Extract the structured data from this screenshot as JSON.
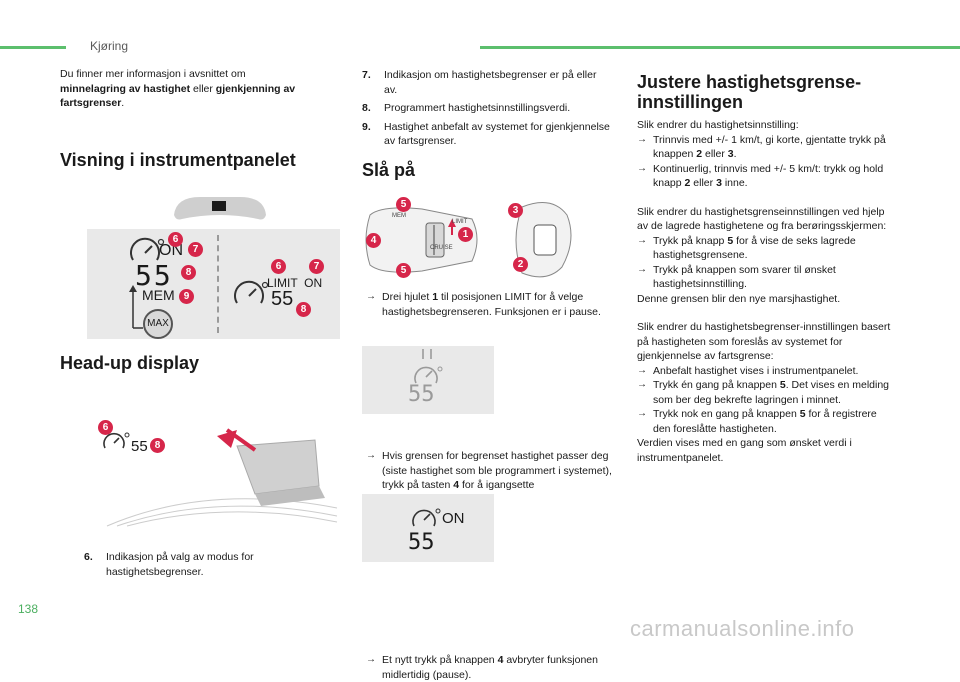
{
  "header": {
    "section": "Kjøring"
  },
  "intro": {
    "before": "Du finner mer informasjon i avsnittet om ",
    "bold1": "minnelagring av hastighet",
    "mid": " eller ",
    "bold2": "gjenkjenning av fartsgrenser",
    "after": "."
  },
  "headings": {
    "instrument": "Visning i instrumentpanelet",
    "headup": "Head-up display",
    "sla_pa": "Slå på",
    "justere": "Justere hastighetsgrense-\ninnstillingen"
  },
  "instrument_panel": {
    "left_value": "55",
    "left_on": "ON",
    "mem": "MEM",
    "max": "MAX",
    "right_limit": "LIMIT  ON",
    "right_value": "55"
  },
  "headup_display": {
    "value": "55"
  },
  "badges": [
    "1",
    "2",
    "3",
    "4",
    "5",
    "6",
    "7",
    "8",
    "9"
  ],
  "list_left": [
    {
      "n": "6.",
      "text": "Indikasjon på valg av modus for hastighetsbegrenser."
    }
  ],
  "list_mid": [
    {
      "n": "7.",
      "text": "Indikasjon om hastighetsbegrenser er på eller av."
    },
    {
      "n": "8.",
      "text": "Programmert hastighetsinnstillingsverdi."
    },
    {
      "n": "9.",
      "text": "Hastighet anbefalt av systemet for gjenkjennelse av fartsgrenser."
    }
  ],
  "stalk_labels": {
    "mem": "MEM",
    "cruise": "CRUISE",
    "lim": "LIMIT"
  },
  "sla_pa_steps": {
    "step1_a": "Drei hjulet ",
    "step1_b": "1",
    "step1_c": " til posisjonen LIMIT for å velge hastighetsbegrenseren. Funksjonen er i pause.",
    "pause_value": "55",
    "step2_a": "Hvis grensen for begrenset hastighet passer deg (siste hastighet som ble programmert i systemet), trykk på tasten ",
    "step2_b": "4",
    "step2_c": " for å igangsette hastighetsbegrenseren.",
    "on_label": "ON",
    "on_value": "55",
    "step3_a": "Et nytt trykk på knappen ",
    "step3_b": "4",
    "step3_c": " avbryter funksjonen midlertidig (pause)."
  },
  "right_col": {
    "p1": "Slik endrer du hastighetsinnstilling:",
    "b1_a": "Trinnvis med +/- 1 km/t, gi korte, gjentatte trykk på knappen ",
    "b1_b": "2",
    "b1_c": " eller ",
    "b1_d": "3",
    "b1_e": ".",
    "b2_a": "Kontinuerlig, trinnvis med +/- 5 km/t: trykk og hold knapp ",
    "b2_b": "2",
    "b2_c": " eller ",
    "b2_d": "3",
    "b2_e": " inne.",
    "p2": "Slik endrer du hastighetsgrenseinnstillingen ved hjelp av de lagrede hastighetene og fra berøringsskjermen:",
    "b3_a": "Trykk på knapp ",
    "b3_b": "5",
    "b3_c": " for å vise de seks lagrede hastighetsgrensene.",
    "b4": "Trykk på knappen som svarer til ønsket hastighetsinnstilling.",
    "p3": "Denne grensen blir den nye marsjhastighet.",
    "p4": "Slik endrer du hastighetsbegrenser-innstillingen basert på hastigheten som foreslås av systemet for gjenkjennelse av fartsgrense:",
    "b5": "Anbefalt hastighet vises i instrumentpanelet.",
    "b6_a": "Trykk én gang på knappen ",
    "b6_b": "5",
    "b6_c": ". Det vises en melding som ber deg bekrefte lagringen i minnet.",
    "b7_a": "Trykk nok en gang på knappen ",
    "b7_b": "5",
    "b7_c": " for å registrere den foreslåtte hastigheten.",
    "p5": "Verdien vises med en gang som ønsket verdi i instrumentpanelet."
  },
  "footer": {
    "page": "138",
    "watermark": "carmanualsonline.info"
  },
  "colors": {
    "accent": "#5cbf6d",
    "badge": "#d6264a",
    "panel": "#e9e9e9"
  }
}
